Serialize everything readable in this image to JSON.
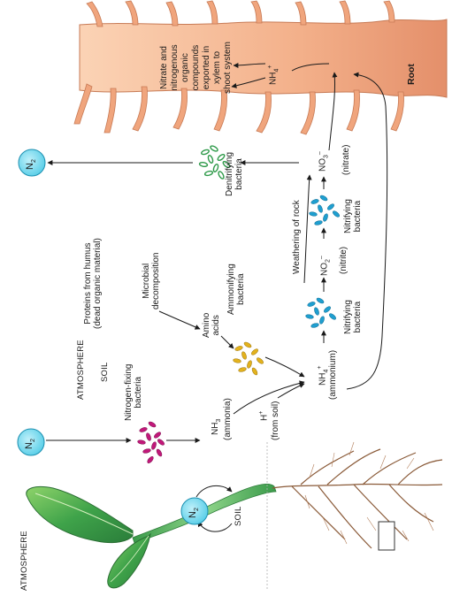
{
  "labels": {
    "atmosphere_left": "ATMOSPHERE",
    "atmosphere_main": "ATMOSPHERE",
    "soil_main": "SOIL",
    "soil_plant": "SOIL",
    "root": "Root",
    "n2": "N",
    "n2_sub": "2",
    "nitrogen_fixing": "Nitrogen-fixing\nbacteria",
    "nh3": "NH",
    "nh3_sub": "3",
    "nh3_name": "(ammonia)",
    "h_plus": "H",
    "h_plus_sup": "+",
    "from_soil": "(from soil)",
    "nh4": "NH",
    "nh4_sub": "4",
    "nh4_sup": "+",
    "nh4_name": "(ammonium)",
    "proteins": "Proteins from humus\n(dead organic material)",
    "microbial": "Microbial\ndecomposition",
    "amino": "Amino\nacids",
    "ammonifying": "Ammonifying\nbacteria",
    "nitrifying_1": "Nitrifying\nbacteria",
    "nitrifying_2": "Nitrifying\nbacteria",
    "no2": "NO",
    "no2_sub": "2",
    "no2_sup": "–",
    "no2_name": "(nitrite)",
    "no3": "NO",
    "no3_sub": "3",
    "no3_sup": "–",
    "no3_name": "(nitrate)",
    "weathering": "Weathering of rock",
    "denitrifying": "Denitrifying\nbacteria",
    "nh4_root": "NH",
    "nh4_root_sub": "4",
    "nh4_root_sup": "+",
    "exported": "Nitrate and\nnitrogenous\norganic\ncompounds\nexported in\nxylem to\nshoot system"
  },
  "colors": {
    "n2_fill": "#5fd3ea",
    "n2_stroke": "#1b8fb0",
    "fixing_bacteria": "#c2187a",
    "ammonifying_bacteria": "#e3b21d",
    "nitrifying_bacteria": "#1f9fd0",
    "denitrifying_bacteria": "#2f9a4a",
    "root_fill": "#f2b58f",
    "leaf": "#3aa84b",
    "stem": "#5bbf6b"
  }
}
